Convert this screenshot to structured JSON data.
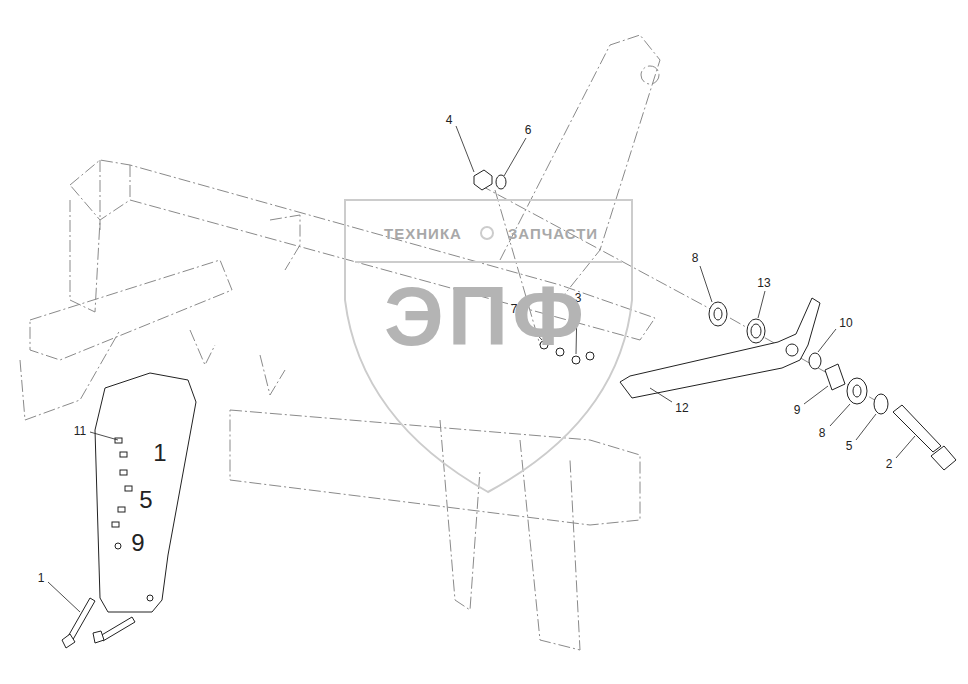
{
  "diagram": {
    "labels": [
      "4",
      "6",
      "8",
      "13",
      "7",
      "3",
      "10",
      "12",
      "9",
      "8",
      "5",
      "2",
      "11",
      "1",
      "ТЕХНИКА",
      "ЗАПЧАСТИ",
      "ЭПФ",
      "1",
      "5",
      "9"
    ]
  }
}
